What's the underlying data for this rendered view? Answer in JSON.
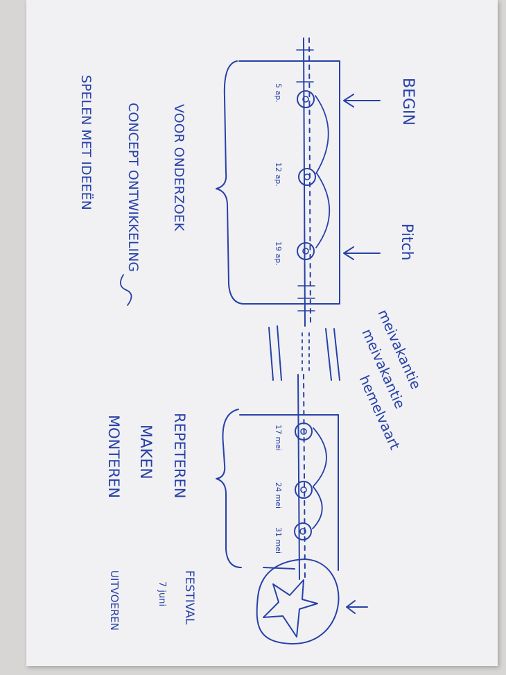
{
  "colors": {
    "ink": "#2741a8",
    "paper": "#f1f1f3",
    "background": "#d8d6d4"
  },
  "headings": {
    "begin": "BEGIN",
    "pitch": "Pitch",
    "festival": "FESTIVAL",
    "meivakantie_1": "meivakantie",
    "meivakantie_2": "meivakantie",
    "hemelvaart": "hemelvaart"
  },
  "phase1": {
    "dates": [
      "5 ap.",
      "12 ap.",
      "19 ap."
    ],
    "activities": [
      "VOOR ONDERZOEK",
      "CONCEPT ONTWIKKELING",
      "SPELEN MET IDEEËN"
    ]
  },
  "phase2": {
    "dates": [
      "17 mei",
      "24 mei",
      "31 mei"
    ],
    "activities": [
      "REPETEREN",
      "MAKEN",
      "MONTEREN"
    ]
  },
  "festival": {
    "date": "7 juni",
    "activity": "UITVOEREN",
    "icon": "star-icon"
  }
}
